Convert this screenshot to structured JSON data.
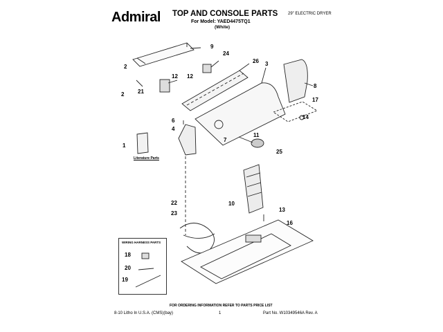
{
  "header": {
    "brand": "Admiral",
    "title": "TOP AND CONSOLE PARTS",
    "model_line": "For Model: YAED4475TQ1",
    "color_line": "(White)",
    "dryer_type": "29\" ELECTRIC DRYER"
  },
  "callouts": [
    "9",
    "24",
    "26",
    "3",
    "2",
    "12",
    "12",
    "21",
    "2",
    "8",
    "17",
    "14",
    "6",
    "4",
    "11",
    "7",
    "25",
    "1",
    "10",
    "22",
    "23",
    "13",
    "16",
    "18",
    "20",
    "19"
  ],
  "labels": {
    "literature": "Literature Parts",
    "harness_title": "WIRING HARNESS PARTS"
  },
  "footer": {
    "note": "FOR ORDERING INFORMATION REFER TO PARTS PRICE LIST",
    "left": "8-10 Litho In U.S.A. (CMS)(bay)",
    "page": "1",
    "part_no": "Part No. W10349546A Rev. A"
  }
}
